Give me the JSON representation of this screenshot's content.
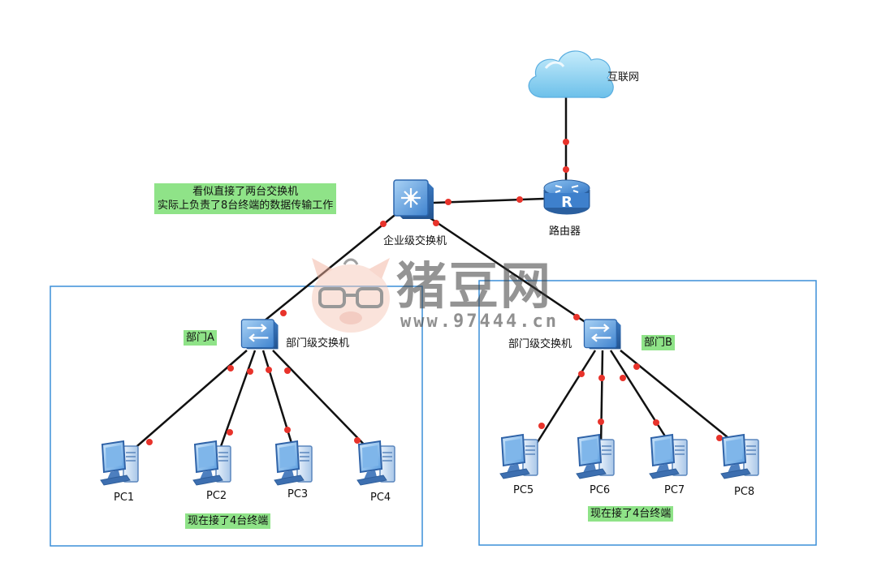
{
  "internet": {
    "label": "互联网"
  },
  "router": {
    "label": "路由器"
  },
  "core_switch": {
    "label": "企业级交换机",
    "note_lines": [
      "看似直接了两台交换机",
      "实际上负责了8台终端的数据传输工作"
    ]
  },
  "dept_a": {
    "name": "部门A",
    "switch_label": "部门级交换机",
    "note": "现在接了4台终端",
    "pcs": [
      "PC1",
      "PC2",
      "PC3",
      "PC4"
    ]
  },
  "dept_b": {
    "name": "部门B",
    "switch_label": "部门级交换机",
    "note": "现在接了4台终端",
    "pcs": [
      "PC5",
      "PC6",
      "PC7",
      "PC8"
    ]
  },
  "watermark": {
    "name": "猪豆网",
    "url": "www.97444.cn"
  },
  "colors": {
    "link_dot": "#e8332b",
    "box_border": "#3b8fd9",
    "note_bg": "#8fe388",
    "device_blue": "#4d8fd6",
    "cloud": "#8ed1f2"
  }
}
